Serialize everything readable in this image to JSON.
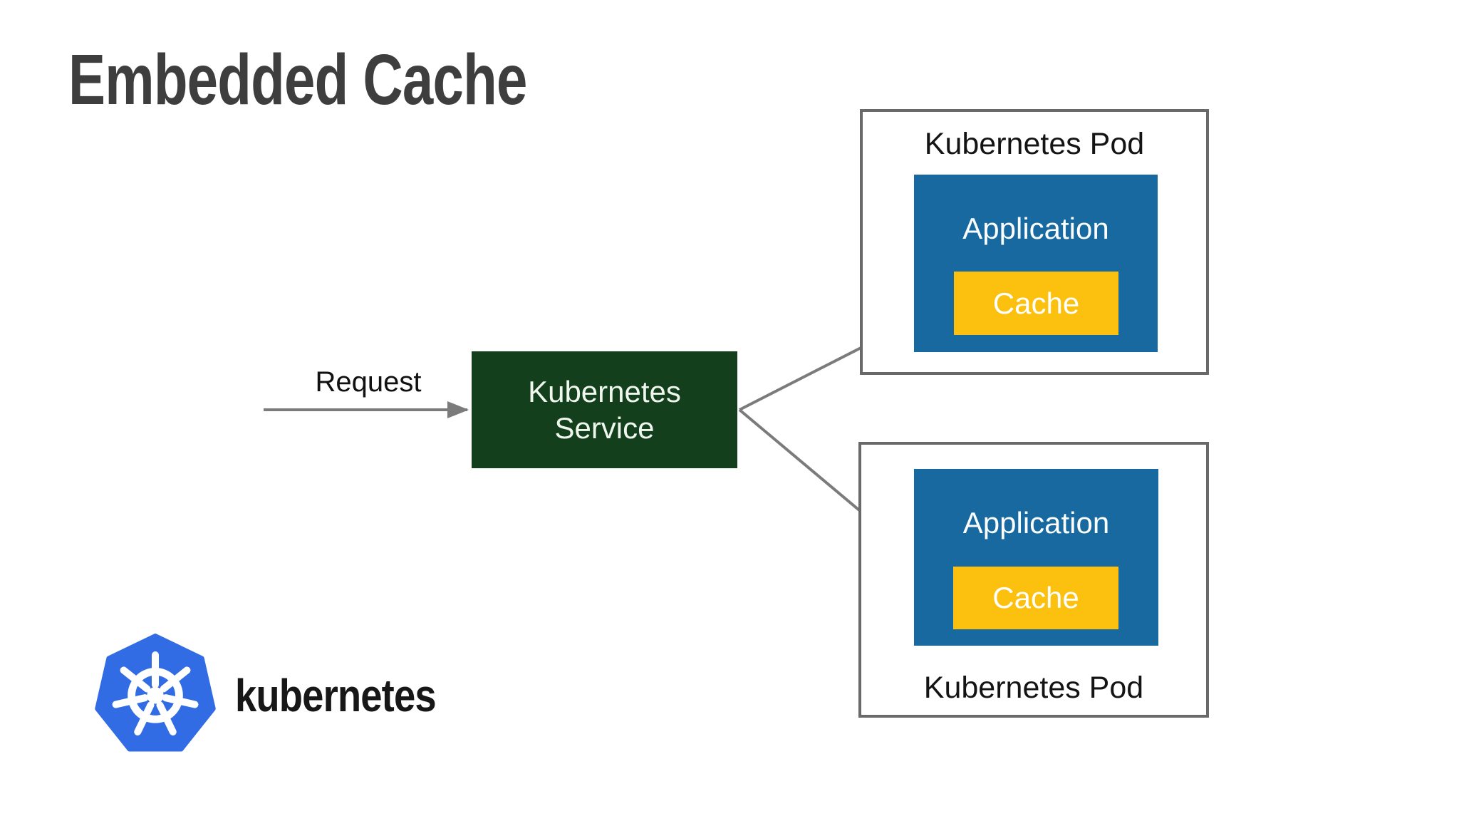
{
  "slide": {
    "title": "Embedded Cache"
  },
  "diagram": {
    "request_label": "Request",
    "service": {
      "label": "Kubernetes\nService",
      "color": "#133f1d"
    },
    "pods": [
      {
        "name": "Kubernetes Pod",
        "label_position": "top",
        "application": {
          "label": "Application",
          "color": "#1769a0"
        },
        "cache": {
          "label": "Cache",
          "color": "#fcc10f"
        }
      },
      {
        "name": "Kubernetes Pod",
        "label_position": "bottom",
        "application": {
          "label": "Application",
          "color": "#1769a0"
        },
        "cache": {
          "label": "Cache",
          "color": "#fcc10f"
        }
      }
    ],
    "arrow_color": "#7b7b7b",
    "pod_border_color": "#696969"
  },
  "branding": {
    "wordmark": "kubernetes",
    "logo_icon": "kubernetes-helm-logo",
    "logo_color": "#326ce5"
  }
}
